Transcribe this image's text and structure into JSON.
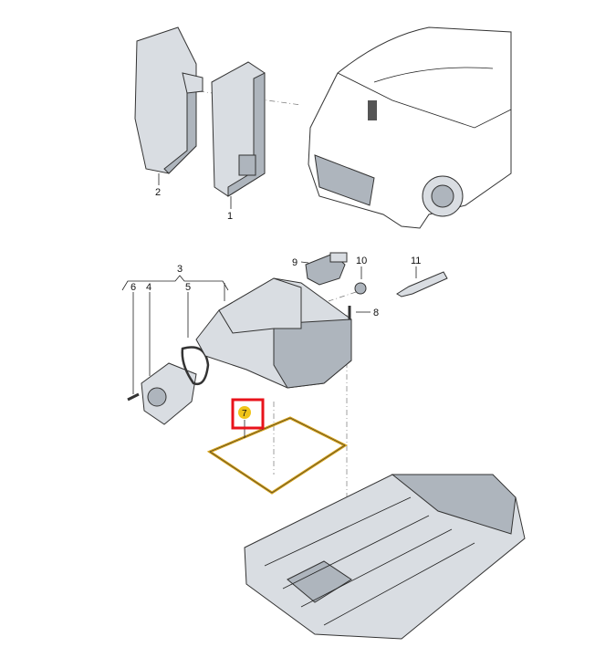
{
  "diagram": {
    "callouts": {
      "p1": "1",
      "p2": "2",
      "p3": "3",
      "p4": "4",
      "p5": "5",
      "p6": "6",
      "p7": "7",
      "p8": "8",
      "p9": "9",
      "p10": "10",
      "p11": "11"
    },
    "highlighted_part": "7",
    "colors": {
      "highlight_box": "#e8131b",
      "highlight_badge": "#f0c419",
      "gasket": "#d6a21a"
    }
  }
}
